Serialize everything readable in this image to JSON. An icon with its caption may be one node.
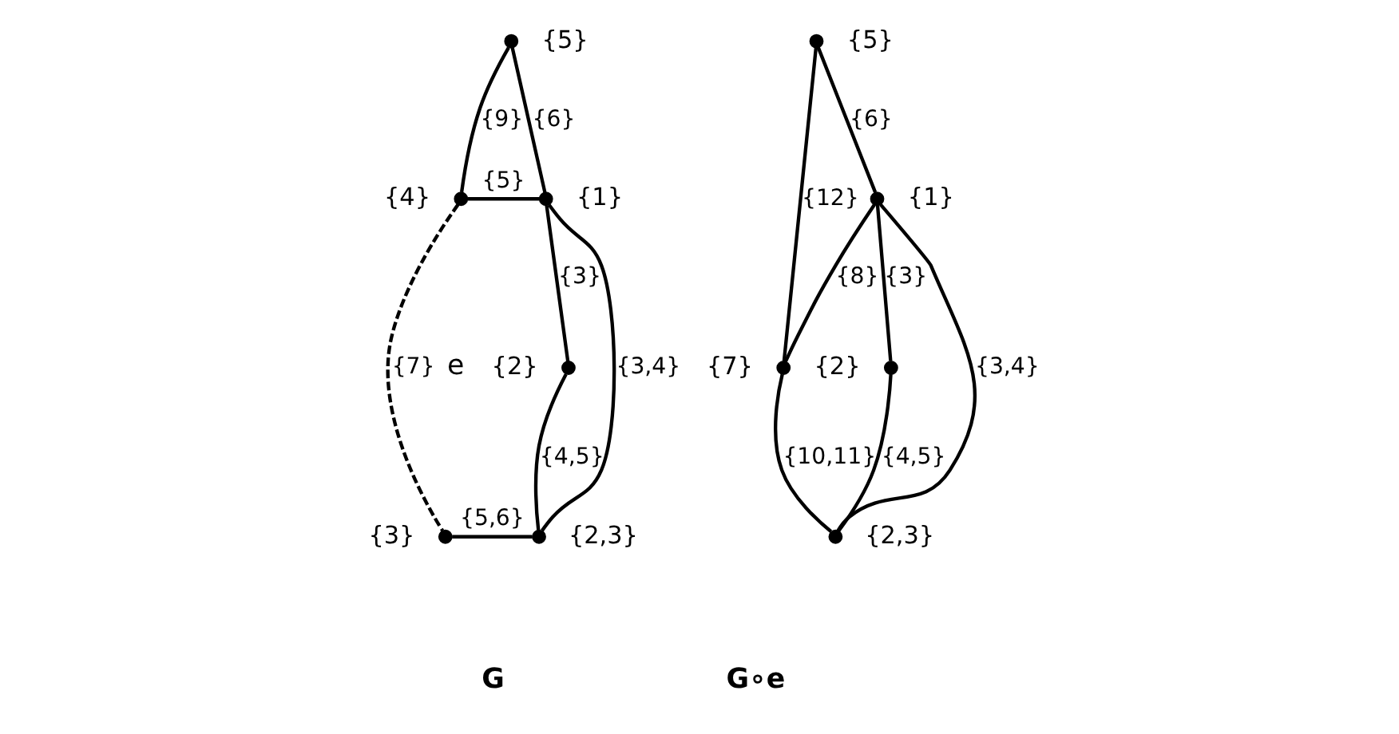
{
  "diagram": {
    "nodes": [
      {
        "text": [],
        "shape": "circle",
        "beside": [
          "{5}"
        ]
      },
      {
        "text": [],
        "shape": "circle",
        "beside": [
          "{4}"
        ]
      },
      {
        "text": [],
        "shape": "circle",
        "beside": [
          "{1}"
        ]
      },
      {
        "text": [],
        "shape": "circle",
        "beside": [
          "{2}"
        ]
      },
      {
        "text": [],
        "shape": "circle",
        "beside": [
          "{3}"
        ]
      },
      {
        "text": [],
        "shape": "circle",
        "beside": [
          "{2,3}"
        ]
      },
      {
        "text": [],
        "shape": "circle",
        "beside": [
          "{5}"
        ]
      },
      {
        "text": [],
        "shape": "circle",
        "beside": [
          "{1}"
        ]
      },
      {
        "text": [],
        "shape": "circle",
        "beside": [
          "{7}"
        ]
      },
      {
        "text": [],
        "shape": "circle",
        "beside": [
          "{2}"
        ]
      },
      {
        "text": [],
        "shape": "circle",
        "beside": [
          "{2,3}"
        ]
      }
    ],
    "edges": [
      {
        "from": 0,
        "to": 1,
        "arrow": "none",
        "label": "{9}"
      },
      {
        "from": 0,
        "to": 2,
        "arrow": "none",
        "label": "{6}"
      },
      {
        "from": 1,
        "to": 2,
        "arrow": "none",
        "label": "{5}"
      },
      {
        "from": 2,
        "to": 3,
        "arrow": "none",
        "label": "{3}"
      },
      {
        "from": 3,
        "to": 5,
        "arrow": "none",
        "label": "{4,5}"
      },
      {
        "from": 2,
        "to": 5,
        "arrow": "none",
        "label": "{3,4}"
      },
      {
        "from": 4,
        "to": 5,
        "arrow": "none",
        "label": "{5,6}"
      },
      {
        "from": 1,
        "to": 4,
        "arrow": "none",
        "label": "{7}",
        "style": "dashed"
      },
      {
        "from": 6,
        "to": 8,
        "arrow": "none",
        "label": "{12}"
      },
      {
        "from": 6,
        "to": 7,
        "arrow": "none",
        "label": "{6}"
      },
      {
        "from": 7,
        "to": 8,
        "arrow": "none",
        "label": "{8}"
      },
      {
        "from": 7,
        "to": 9,
        "arrow": "none",
        "label": "{3}"
      },
      {
        "from": 9,
        "to": 10,
        "arrow": "none",
        "label": "{4,5}"
      },
      {
        "from": 7,
        "to": 10,
        "arrow": "none",
        "label": "{3,4}"
      },
      {
        "from": 8,
        "to": 10,
        "arrow": "none",
        "label": "{10,11}"
      }
    ],
    "labels": [
      "e",
      "G",
      "G∘e"
    ]
  }
}
